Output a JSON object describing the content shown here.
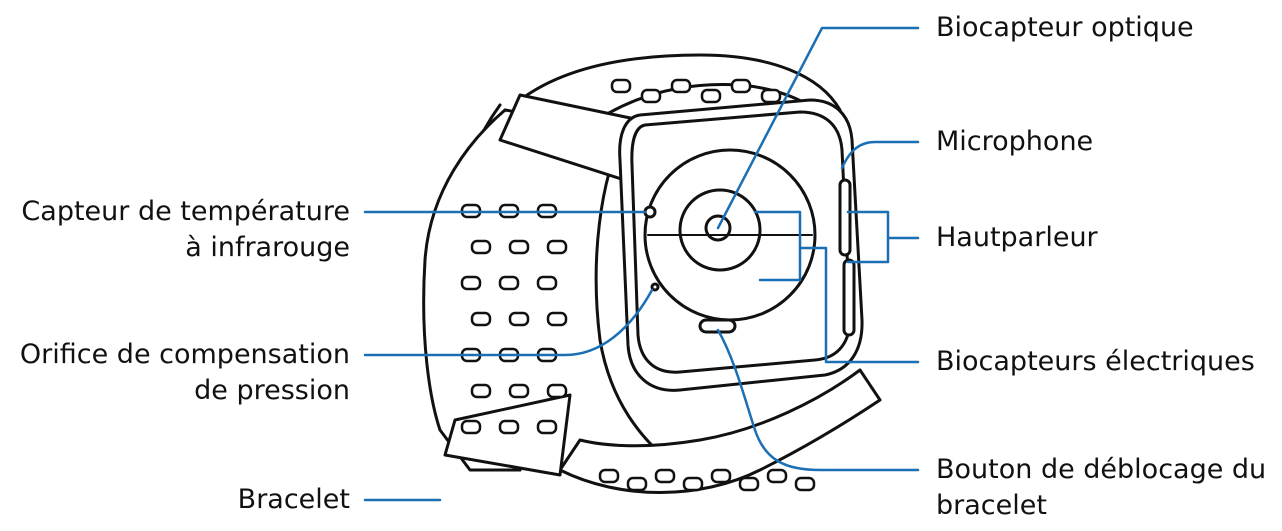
{
  "colors": {
    "leader_line": "#1a6fb5",
    "outline": "#111111",
    "fill": "#ffffff",
    "text": "#111111"
  },
  "labels": {
    "optical_biosensor": [
      "Biocapteur optique"
    ],
    "microphone": [
      "Microphone"
    ],
    "speaker": [
      "Hautparleur"
    ],
    "electrical_biosensors": [
      "Biocapteurs électriques"
    ],
    "band_release_button": [
      "Bouton de déblocage du",
      "bracelet"
    ],
    "infrared_temperature_sensor": [
      "Capteur de température",
      "à infrarouge"
    ],
    "pressure_vent": [
      "Orifice de compensation",
      "de pression"
    ],
    "band": [
      "Bracelet"
    ]
  }
}
